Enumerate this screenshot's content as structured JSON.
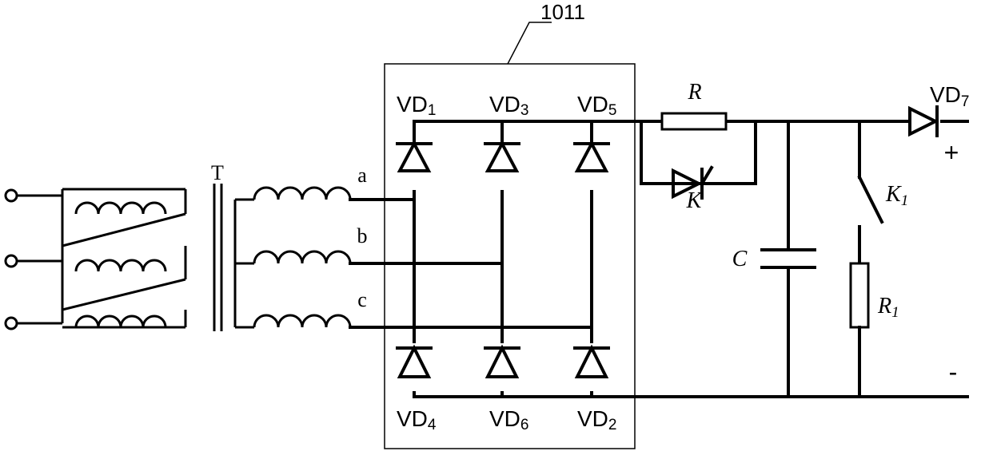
{
  "module_label": "1011",
  "transformer_label": "T",
  "phases": {
    "a": "a",
    "b": "b",
    "c": "c"
  },
  "diodes": {
    "vd1": {
      "base": "VD",
      "sub": "1"
    },
    "vd3": {
      "base": "VD",
      "sub": "3"
    },
    "vd5": {
      "base": "VD",
      "sub": "5"
    },
    "vd4": {
      "base": "VD",
      "sub": "4"
    },
    "vd6": {
      "base": "VD",
      "sub": "6"
    },
    "vd2": {
      "base": "VD",
      "sub": "2"
    },
    "vd7": {
      "base": "VD",
      "sub": "7"
    }
  },
  "components": {
    "resistor": "R",
    "thyristor": "K",
    "capacitor": "C",
    "switch": {
      "base": "K",
      "sub": "1"
    },
    "load_resistor": {
      "base": "R",
      "sub": "1"
    }
  },
  "terminals": {
    "plus": "+",
    "minus": "-"
  }
}
